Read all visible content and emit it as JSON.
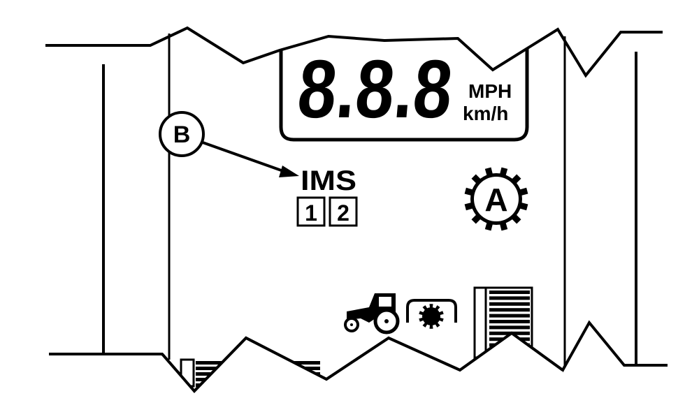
{
  "colors": {
    "ink": "#000000",
    "paper": "#ffffff"
  },
  "speed_display": {
    "digits": "8.8.8",
    "unit_mph": "MPH",
    "unit_kmh": "km/h"
  },
  "callout_b": {
    "letter": "B",
    "target": "ims-indicator"
  },
  "ims_indicator": {
    "label": "IMS",
    "box_1": "1",
    "box_2": "2"
  },
  "auto_indicator": {
    "letter": "A",
    "icon": "gear-icon"
  },
  "icons": {
    "tractor": "tractor-icon",
    "pto": "pto-icon",
    "hitch_position": "hitch-bar-icon"
  }
}
